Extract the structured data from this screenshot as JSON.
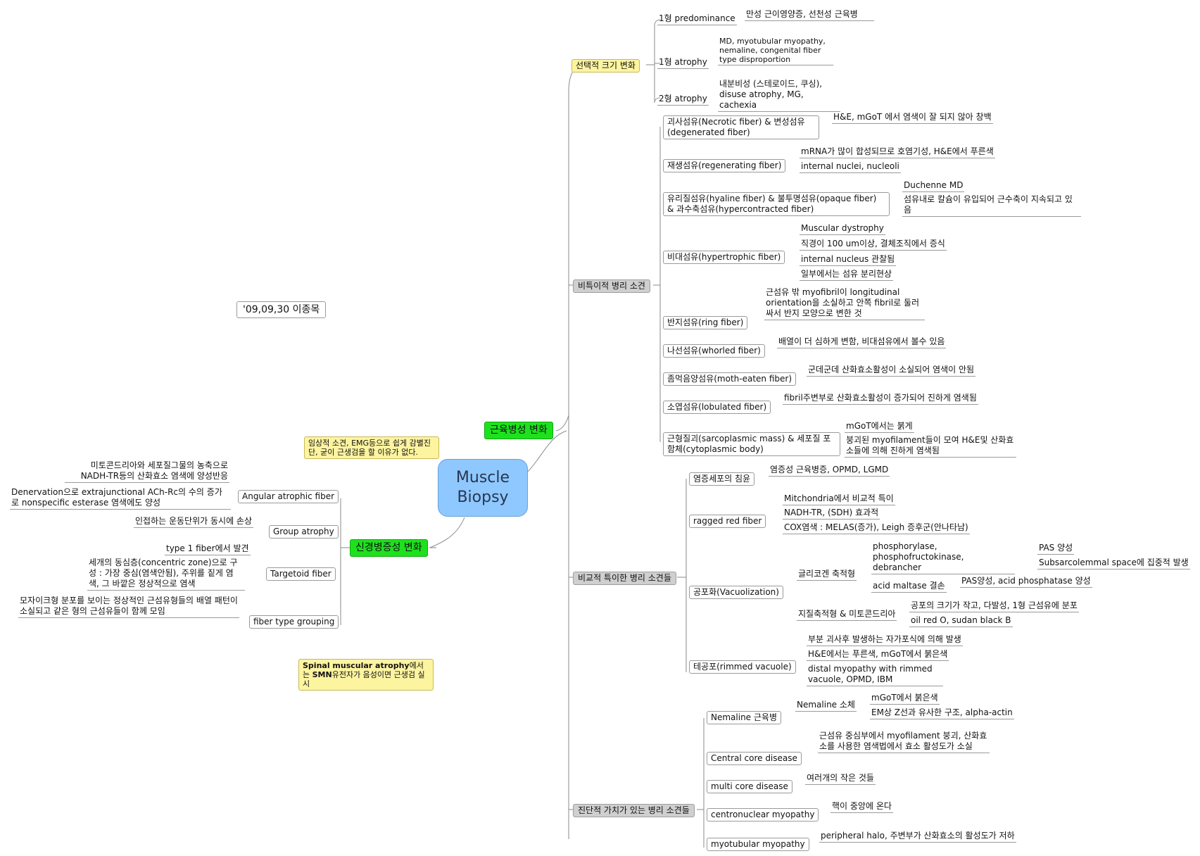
{
  "central": "Muscle Biopsy",
  "author_note": "'09,09,30 이종목",
  "myopathic": {
    "title": "근육병성 변화",
    "selective": {
      "title": "선택적 크기 변화",
      "items": [
        {
          "label": "1형 predominance",
          "detail": "만성 근이영양증, 선천성 근육병"
        },
        {
          "label": "1형 atrophy",
          "detail": "MD, myotubular myopathy, nemaline, congenital fiber type disproportion"
        },
        {
          "label": "2형 atrophy",
          "detail": "내분비성 (스테로이드, 쿠싱), disuse atrophy, MG, cachexia"
        }
      ]
    },
    "nonspecific": {
      "title": "비특이적 병리 소견",
      "necrotic": {
        "label": "괴사섬유(Necrotic fiber) & 변성섬유 (degenerated fiber)",
        "d1": "H&E, mGoT 에서 염색이 잘 되지 않아 창백"
      },
      "regen": {
        "label": "재생섬유(regenerating fiber)",
        "d1": "mRNA가 많이 합성되므로 호염기성, H&E에서 푸른색",
        "d2": "internal nuclei, nucleoli"
      },
      "hyaline": {
        "label": "유리질섬유(hyaline fiber) & 불투명섬유(opaque fiber) & 과수축섬유(hypercontracted fiber)",
        "d1": "Duchenne MD",
        "d2": "섬유내로 칼슘이 유입되어 근수축이 지속되고 있음"
      },
      "hyper": {
        "label": "비대섬유(hypertrophic fiber)",
        "d1": "Muscular dystrophy",
        "d2": "직경이 100 um이상, 결체조직에서 증식",
        "d3": "internal nucleus 관찰됨",
        "d4": "일부에서는 섬유 분리현상"
      },
      "ring": {
        "label": "반지섬유(ring fiber)",
        "d1": "근섬유 밖 myofibril이 longitudinal orientation을 소실하고 안쪽 fibril로 둘러싸서 반지 모양으로 변한 것"
      },
      "whorled": {
        "label": "나선섬유(whorled fiber)",
        "d1": "배열이 더 심하게 변함, 비대섬유에서 볼수 있음"
      },
      "moth": {
        "label": "좀먹음양섬유(moth-eaten fiber)",
        "d1": "군데군데 산화효소활성이 소실되어 염색이 안됨"
      },
      "lobulated": {
        "label": "소엽섬유(lobulated fiber)",
        "d1": "fibril주변부로 산화효소활성이 증가되어 진하게 염색됨"
      },
      "sarco": {
        "label": "근형질괴(sarcoplasmic mass) & 세포질 포함체(cytoplasmic body)",
        "d1": "mGoT에서는 붉게",
        "d2": "붕괴된 myofilament들이 모여 H&E및 산화효소들에 의해 진하게 염색됨"
      }
    },
    "specific": {
      "title": "비교적 특이한 병리 소견들",
      "inflam": {
        "label": "염증세포의 침윤",
        "d1": "염증성 근육병증, OPMD, LGMD"
      },
      "rrf": {
        "label": "ragged red fiber",
        "d1": "Mitchondria에서 비교적 특이",
        "d2": "NADH-TR, (SDH) 효과적",
        "d3": "COX염색 : MELAS(증가), Leigh 증후군(안나타남)"
      },
      "vac": {
        "label": "공포화(Vacuolization)",
        "glycogen": {
          "label": "글리코겐 축적형",
          "a": "phosphorylase, phosphofructokinase, debrancher",
          "a1": "PAS 양성",
          "a2": "Subsarcolemmal space에 집중적 발생",
          "b": "acid maltase 결손",
          "b1": "PAS양성, acid phosphatase 양성"
        },
        "lipid": {
          "label": "지질축적형 & 미토콘드리아",
          "c1": "공포의 크기가 작고, 다발성, 1형 근섬유에 분포",
          "c2": "oil red O, sudan black B"
        }
      },
      "rimmed": {
        "label": "테공포(rimmed vacuole)",
        "d1": "부분 괴사후 발생하는 자가포식에 의해 발생",
        "d2": "H&E에서는 푸른색, mGoT에서 붉은색",
        "d3": "distal myopathy with rimmed vacuole, OPMD, IBM"
      }
    },
    "diagnostic": {
      "title": "진단적 가치가 있는 병리 소견들",
      "nemaline": {
        "label": "Nemaline 근육병",
        "sub": "Nemaline 소체",
        "s1": "mGoT에서 붉은색",
        "s2": "EM상 Z선과 유사한 구조, alpha-actin"
      },
      "central": {
        "label": "Central core disease",
        "d1": "근섬유 중심부에서 myofilament 붕괴, 산화효소를 사용한 염색법에서 효소 활성도가 소실"
      },
      "multi": {
        "label": "multi core disease",
        "d1": "여러개의 작은 것들"
      },
      "centro": {
        "label": "centronuclear myopathy",
        "d1": "핵이 중앙에 온다"
      },
      "myotub": {
        "label": "myotubular myopathy",
        "d1": "peripheral halo, 주변부가 산화효소의 활성도가 저하"
      }
    }
  },
  "neurogenic": {
    "title": "신경병증성 변화",
    "note1": "임상적 소견, EMG등으로 쉽게 감별진단, 굳이 근생검을 할 이유가 없다.",
    "note2_bold1": "Spinal muscular atrophy",
    "note2_rest1": "에서는",
    "note2_bold2": "SMN",
    "note2_rest2": "유전자가 음성이면 근생검 실시",
    "angular": {
      "label": "Angular atrophic fiber",
      "d1": "미토콘드리아와 세포질그물의 농축으로 NADH-TR등의 산화효소 염색에 양성반응",
      "d2": "Denervation으로 extrajunctional ACh-Rc의 수의 증가로 nonspecific esterase 염색에도 양성"
    },
    "group": {
      "label": "Group atrophy",
      "d1": "인접하는 운동단위가 동시에 손상"
    },
    "target": {
      "label": "Targetoid fiber",
      "d1": "type 1 fiber에서 발견",
      "d2": "세개의 동심층(concentric zone)으로 구성 : 가장 중심(염색안됨), 주위를 짙게 염색, 그 바깥은 정상적으로 염색"
    },
    "fgroup": {
      "label": "fiber type grouping",
      "d1": "모자이크형 분포를 보이는 정상적인 근섬유형들의 배열 패턴이 소실되고 같은 형의 근섬유들이 함께 모임"
    }
  },
  "colors": {
    "central": "#8ec8ff",
    "main_branch": "#1ee11e",
    "callout": "#fdf4a0",
    "sub_branch": "#cfcfcf"
  }
}
